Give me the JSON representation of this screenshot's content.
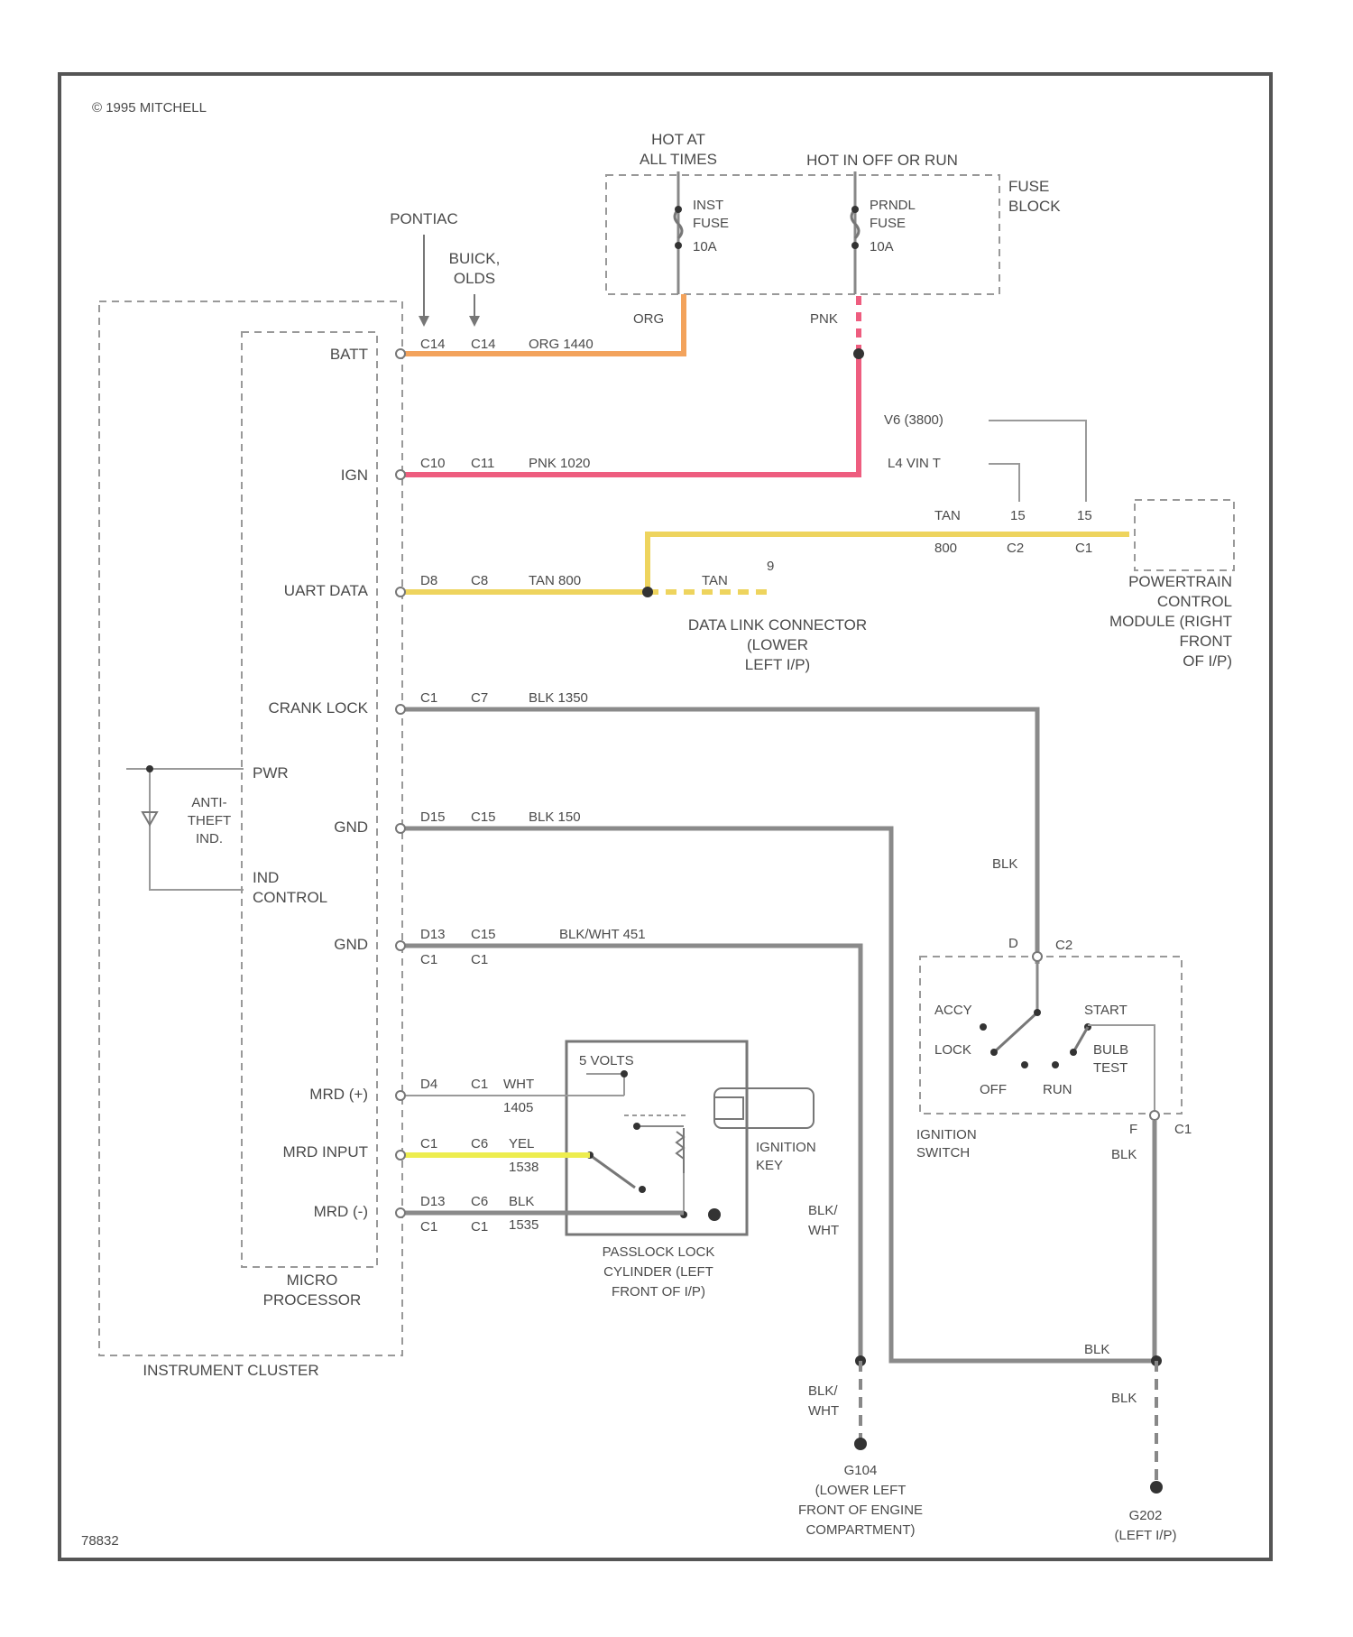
{
  "copyright": "© 1995 MITCHELL",
  "figure_id": "78832",
  "fuse_block": {
    "label": "FUSE BLOCK",
    "hot_at_all_times": "HOT AT ALL TIMES",
    "hot_in_off_or_run": "HOT IN OFF OR RUN",
    "fuse_left": {
      "name": "INST FUSE",
      "rating": "10A"
    },
    "fuse_right": {
      "name": "PRNDL FUSE",
      "rating": "10A"
    }
  },
  "top_labels": {
    "pontiac": "PONTIAC",
    "buick_olds": "BUICK, OLDS"
  },
  "wires": {
    "org": "ORG",
    "pnk": "PNK",
    "batt": {
      "pin_a": "C14",
      "pin_b": "C14",
      "desc": "ORG 1440"
    },
    "ign": {
      "pin_a": "C10",
      "pin_b": "C11",
      "desc": "PNK 1020"
    },
    "uart": {
      "pin_a": "D8",
      "pin_b": "C8",
      "desc": "TAN 800"
    },
    "dlc_wire": "TAN",
    "dlc_pin": "9",
    "pcm_wire": "TAN",
    "pcm_wire_num": "800",
    "v6_label": "V6 (3800)",
    "l4_label": "L4 VIN T",
    "pcm_pin_1a": "15",
    "pcm_pin_1b": "C2",
    "pcm_pin_2a": "15",
    "pcm_pin_2b": "C1",
    "crank": {
      "pin_a": "C1",
      "pin_b": "C7",
      "desc": "BLK 1350"
    },
    "gnd1": {
      "pin_a": "D15",
      "pin_b": "C15",
      "desc": "BLK 150"
    },
    "gnd2": {
      "pin_a": "D13",
      "pin_b": "C15",
      "pin_c": "C1",
      "pin_d": "C1",
      "desc": "BLK/WHT 451"
    },
    "mrd_minus_top": {
      "pin_a": "D4",
      "pin_b": "C1",
      "desc": "WHT",
      "num": "1405"
    },
    "mrd_input": {
      "pin_a": "C1",
      "pin_b": "C6",
      "desc": "YEL",
      "num": "1538"
    },
    "mrd_minus_bot": {
      "pin_a": "D13",
      "pin_b": "C6",
      "pin_c": "C1",
      "pin_d": "C1",
      "desc": "BLK",
      "num": "1535"
    },
    "blk": "BLK",
    "blk_wht": "BLK/ WHT"
  },
  "cluster": {
    "label": "INSTRUMENT CLUSTER",
    "micro": "MICRO PROCESSOR",
    "pins": [
      "BATT",
      "IGN",
      "UART DATA",
      "CRANK LOCK",
      "GND",
      "GND",
      "MRD (+)",
      "MRD INPUT",
      "MRD (-)"
    ],
    "pwr": "PWR",
    "ind_control": "IND CONTROL",
    "anti_theft": "ANTI THEFT IND."
  },
  "dlc": {
    "label": "DATA LINK CONNECTOR (LOWER LEFT I/P)"
  },
  "pcm": {
    "label": "POWERTRAIN CONTROL MODULE (RIGHT FRONT OF I/P)"
  },
  "ignition_switch": {
    "label": "IGNITION SWITCH",
    "positions": [
      "ACCY",
      "LOCK",
      "OFF",
      "RUN",
      "START",
      "BULB TEST"
    ],
    "pin_top": "D",
    "conn_top": "C2",
    "pin_bot": "F",
    "conn_bot": "C1"
  },
  "lock_cylinder": {
    "label": "PASSLOCK LOCK CYLINDER (LEFT FRONT OF I/P)",
    "volts": "5 VOLTS",
    "key": "IGNITION KEY"
  },
  "grounds": {
    "g104": {
      "id": "G104",
      "desc": "(LOWER LEFT FRONT OF ENGINE COMPARTMENT)"
    },
    "g202": {
      "id": "G202",
      "desc": "(LEFT I/P)"
    }
  }
}
